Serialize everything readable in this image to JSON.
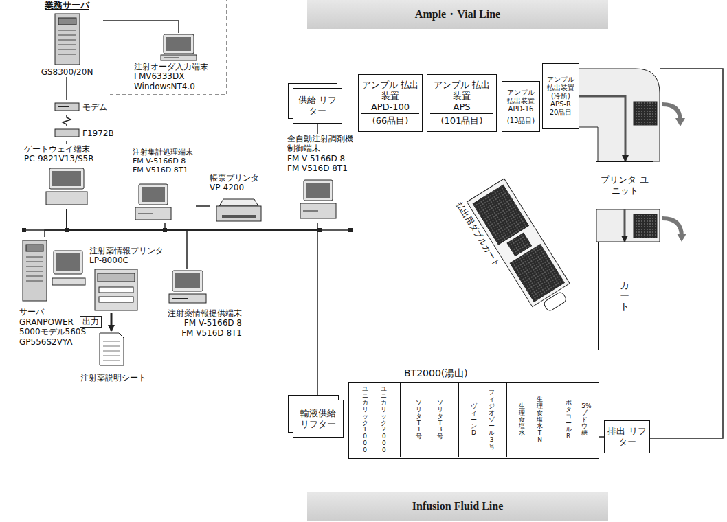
{
  "diagram": {
    "nodes": [
      {
        "text": [
          "業務サーバ",
          "GS8300/20N"
        ]
      },
      {
        "text": [
          "注射オーダ入力端末",
          "FMV6333DX",
          "WindowsNT4.0"
        ]
      },
      {
        "text": [
          "モデム"
        ]
      },
      {
        "text": [
          "F1972B"
        ]
      },
      {
        "text": [
          "ゲートウェイ端末",
          "PC-9821V13/S5R"
        ]
      },
      {
        "text": [
          "注射集計処理端末",
          "FM V-5166D 8",
          "FM V516D 8T1"
        ]
      },
      {
        "text": [
          "帳票プリンタ",
          "VP-4200"
        ]
      },
      {
        "text": [
          "全自動注射調剤機 制御端末",
          "FM V-5166D 8",
          "FM V516D 8T1"
        ]
      },
      {
        "text": [
          "サーバ",
          "GRANPOWER",
          "5000モデル560S",
          "GP556S2VYA"
        ]
      },
      {
        "text": [
          "注射薬情報プリンタ",
          "LP-8000C"
        ]
      },
      {
        "text": [
          "注射薬情報提供端末",
          "FM V-5166D 8",
          "FM V516D 8T1"
        ]
      },
      {
        "text": [
          "注射薬説明シート"
        ]
      },
      {
        "text": [
          "Ample・Vial Line"
        ]
      },
      {
        "text": [
          "供給 リフター"
        ]
      },
      {
        "text": [
          "アンプル 払出装置",
          "APD-100",
          "(66品目)"
        ]
      },
      {
        "text": [
          "アンプル 払出装置",
          "APS",
          "(101品目)"
        ]
      },
      {
        "text": [
          "アンプル 払出装置",
          "APD-16",
          "(13品目)"
        ]
      },
      {
        "text": [
          "アンプル 払出装置 (冷所)",
          "APS-R",
          "20品目"
        ]
      },
      {
        "text": [
          "プリンタ ユニット"
        ]
      },
      {
        "text": [
          "払出用ダブルカート"
        ]
      },
      {
        "text": [
          "カート"
        ]
      },
      {
        "text": [
          "BT2000(湯山)"
        ]
      },
      {
        "text": [
          "ユニカリック1000",
          "ユニカリック2000"
        ],
        "in": 21
      },
      {
        "text": [
          "ソリタT1号",
          "ソリタT3号"
        ],
        "in": 21
      },
      {
        "text": [
          "ヴィーンD",
          "フィジオゾール3号"
        ],
        "in": 21
      },
      {
        "text": [
          "生理食塩水",
          "生理食塩水TN"
        ],
        "in": 21
      },
      {
        "text": [
          "ポタコールR",
          "5%ブドウ糖"
        ],
        "in": 21
      },
      {
        "text": [
          "輸液供給 リフター"
        ]
      },
      {
        "text": [
          "排出 リフター"
        ]
      },
      {
        "text": [
          "Infusion Fluid Line"
        ]
      }
    ],
    "edges": [
      {
        "from": 0,
        "to": 1,
        "arrow": "none"
      },
      {
        "from": 0,
        "to": 2,
        "arrow": "none"
      },
      {
        "from": 2,
        "to": 3,
        "arrow": "none"
      },
      {
        "from": 3,
        "to": 4,
        "arrow": "none"
      },
      {
        "from": 4,
        "to": 5,
        "arrow": "none"
      },
      {
        "from": 5,
        "to": 6,
        "arrow": "none"
      },
      {
        "from": 4,
        "to": 7,
        "arrow": "none"
      },
      {
        "from": 4,
        "to": 8,
        "arrow": "none"
      },
      {
        "from": 4,
        "to": 10,
        "arrow": "none"
      },
      {
        "from": 4,
        "to": 27,
        "arrow": "none"
      },
      {
        "from": 7,
        "to": 13,
        "arrow": "none"
      },
      {
        "from": 9,
        "to": 11,
        "arrow": "to",
        "label": "出力"
      },
      {
        "from": 17,
        "to": 18,
        "arrow": "to"
      },
      {
        "from": 18,
        "to": 20,
        "arrow": "to"
      }
    ]
  }
}
